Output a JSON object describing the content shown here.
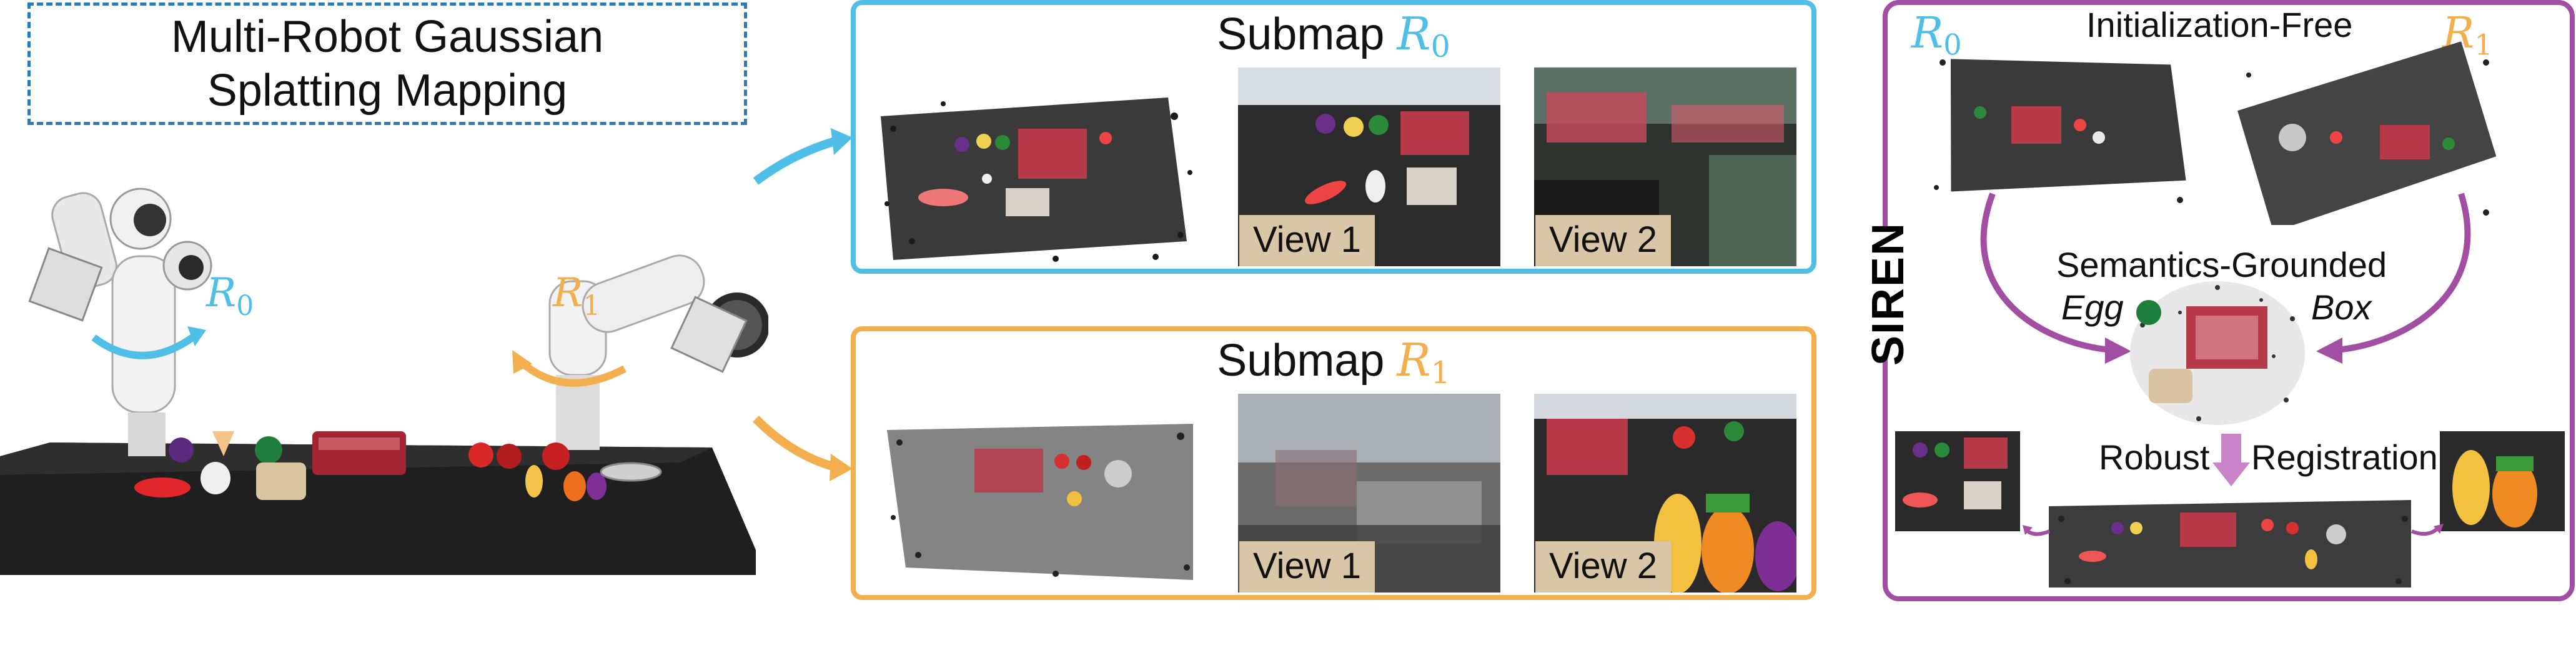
{
  "title": {
    "line1": "Multi-Robot Gaussian",
    "line2": "Splatting Mapping"
  },
  "scene": {
    "robot_r0": {
      "symbol": "R",
      "subscript": "0"
    },
    "robot_r1": {
      "symbol": "R",
      "subscript": "1"
    }
  },
  "submap_r0": {
    "title_prefix": "Submap",
    "symbol": "R",
    "subscript": "0",
    "view1": "View 1",
    "view2": "View 2"
  },
  "submap_r1": {
    "title_prefix": "Submap",
    "symbol": "R",
    "subscript": "1",
    "view1": "View 1",
    "view2": "View 2"
  },
  "siren": {
    "label": "SIREN",
    "r0_symbol": "R",
    "r0_subscript": "0",
    "r1_symbol": "R",
    "r1_subscript": "1",
    "initialization_free": "Initialization-Free",
    "semantics_grounded": "Semantics-Grounded",
    "egg": "Egg",
    "box": "Box",
    "robust": "Robust",
    "registration": "Registration"
  },
  "colors": {
    "r0": "#4fbfe8",
    "r1": "#f3ae4e",
    "siren": "#a14ea3",
    "title_border": "#2b7bbb"
  }
}
